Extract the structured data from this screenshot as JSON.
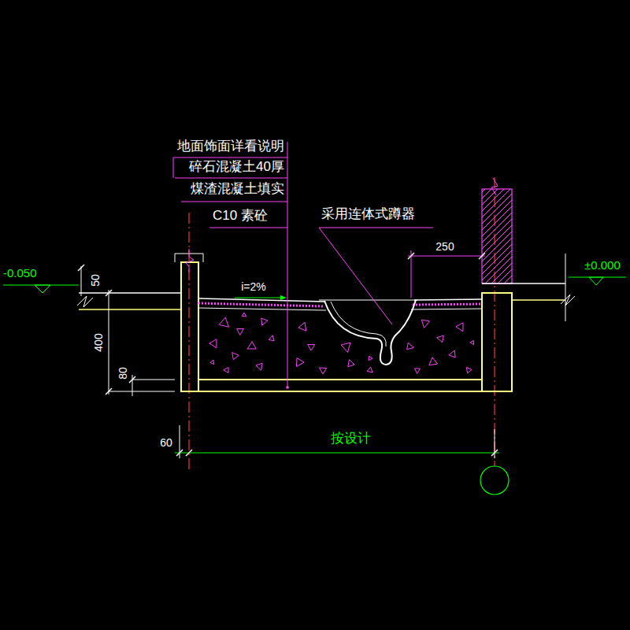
{
  "diagram": {
    "labels": [
      "地面饰面详看说明",
      "碎石混凝土40厚",
      "煤渣混凝土填实",
      "C10 素砼",
      "采用连体式蹲器",
      "250",
      "-0.050",
      "±0.000",
      "50",
      "400",
      "80",
      "i=2%",
      "60",
      "按设计"
    ]
  }
}
